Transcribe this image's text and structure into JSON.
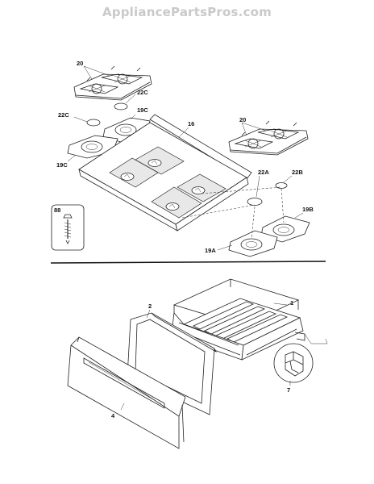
{
  "watermark": "AppliancePartsPros.com",
  "callouts": {
    "c20_left": "20",
    "c22c_upper": "22C",
    "c22c_lower": "22C",
    "c19c_upper": "19C",
    "c19c_lower": "19C",
    "c16": "16",
    "c20_right": "20",
    "c22a": "22A",
    "c22b": "22B",
    "c19b": "19B",
    "c19a": "19A",
    "c88": "88",
    "c1": "1",
    "c2": "2",
    "c4": "4",
    "c7": "7"
  }
}
